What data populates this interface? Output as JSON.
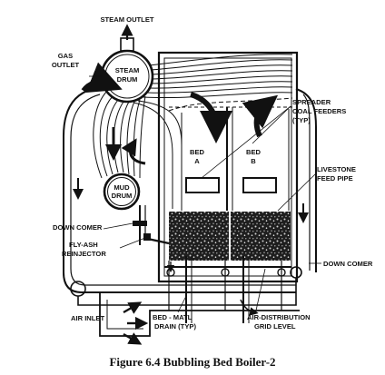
{
  "labels": {
    "steam_outlet": "STEAM OUTLET",
    "gas_outlet_1": "GAS",
    "gas_outlet_2": "OUTLET",
    "steam_drum_1": "STEAM",
    "steam_drum_2": "DRUM",
    "mud_drum_1": "MUD",
    "mud_drum_2": "DRUM",
    "bed_a_1": "BED",
    "bed_a_2": "A",
    "bed_b_1": "BED",
    "bed_b_2": "B",
    "spreader_1": "SPREADER",
    "spreader_2": "COAL FEEDERS",
    "spreader_3": "(TYP)",
    "livestone_1": "LIVESTONE",
    "livestone_2": "FEED PIPE",
    "down_comer_left": "DOWN COMER",
    "down_comer_right": "DOWN COMER",
    "fly_ash_1": "FLY-ASH",
    "fly_ash_2": "REINJECTOR",
    "air_inlet": "AIR INLET",
    "bed_drain_1": "BED - MATL",
    "bed_drain_2": "DRAIN (TYP)",
    "air_grid_1": "AIR-DISTRIBUTION",
    "air_grid_2": "GRID LEVEL"
  },
  "caption": "Figure 6.4 Bubbling Bed Boiler-2",
  "colors": {
    "ink": "#111111",
    "paper": "#ffffff",
    "bed_fill": "#2a2a2a"
  }
}
